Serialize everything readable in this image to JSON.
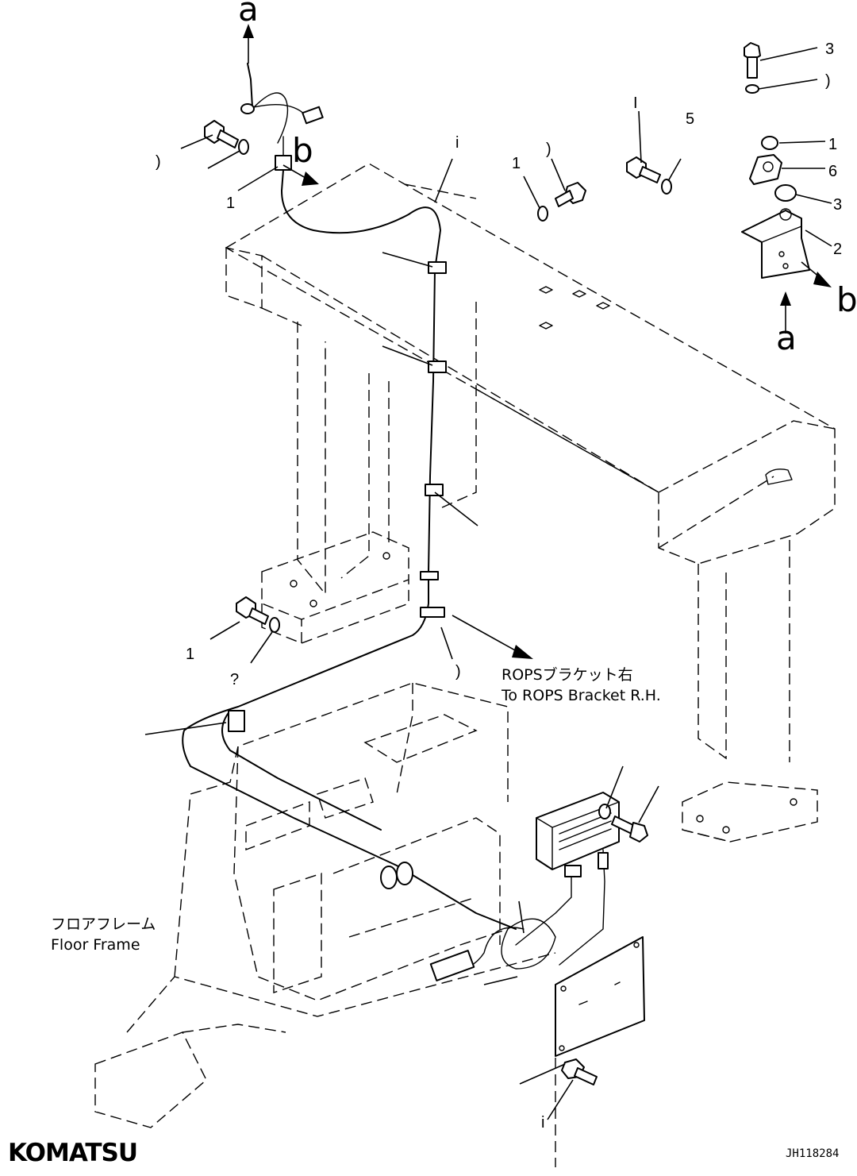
{
  "diagram": {
    "direction_labels": {
      "a_top": "a",
      "b_left": "b",
      "a_right": "a",
      "b_right": "b"
    },
    "callouts": {
      "c1": ")",
      "c2": "1",
      "c3": "i",
      "c4": ")",
      "c5": "1",
      "c6": "I",
      "c7": "5",
      "c8": "3",
      "c9": ")",
      "c10": "1",
      "c11": "6",
      "c12": "3",
      "c13": "2",
      "c14": "1",
      "c15": "?",
      "c16": ")",
      "c17": "i"
    },
    "annotations": {
      "rops_jp": "ROPSブラケット右",
      "rops_en": "To ROPS Bracket R.H.",
      "floor_jp": "フロアフレーム",
      "floor_en": "Floor Frame"
    },
    "brand": "KOMATSU",
    "drawing_code": "JH118284"
  }
}
